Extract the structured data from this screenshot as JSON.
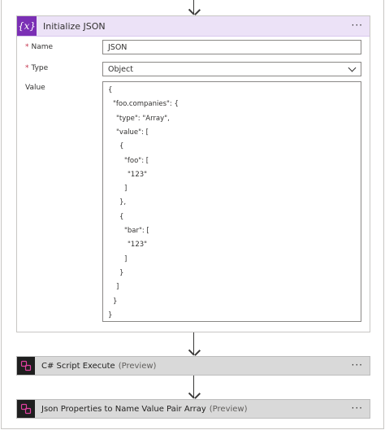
{
  "init_card": {
    "title": "Initialize JSON",
    "icon_text": "{x}",
    "menu": "···",
    "name_label": "Name",
    "name_value": "JSON",
    "type_label": "Type",
    "type_value": "Object",
    "value_label": "Value",
    "required_mark": "*",
    "code_lines": [
      "{",
      "\"foo.companies\": {",
      "\"type\": \"Array\",",
      "\"value\": [",
      "{",
      "\"foo\": [",
      "\"123\"",
      "]",
      "},",
      "{",
      "\"bar\": [",
      "\"123\"",
      "]",
      "}",
      "]",
      "}",
      "}"
    ]
  },
  "actions": [
    {
      "title": "C# Script Execute",
      "suffix": "(Preview)",
      "menu": "···",
      "icon": "connector-icon"
    },
    {
      "title": "Json Properties to Name Value Pair Array",
      "suffix": "(Preview)",
      "menu": "···",
      "icon": "connector-icon"
    }
  ],
  "colors": {
    "variables_purple": "#7b2fb5",
    "header_bg": "#ece2f7",
    "action_bg": "#d9d9d9",
    "required": "#c4314b",
    "connector_icon": "#e040a0"
  }
}
